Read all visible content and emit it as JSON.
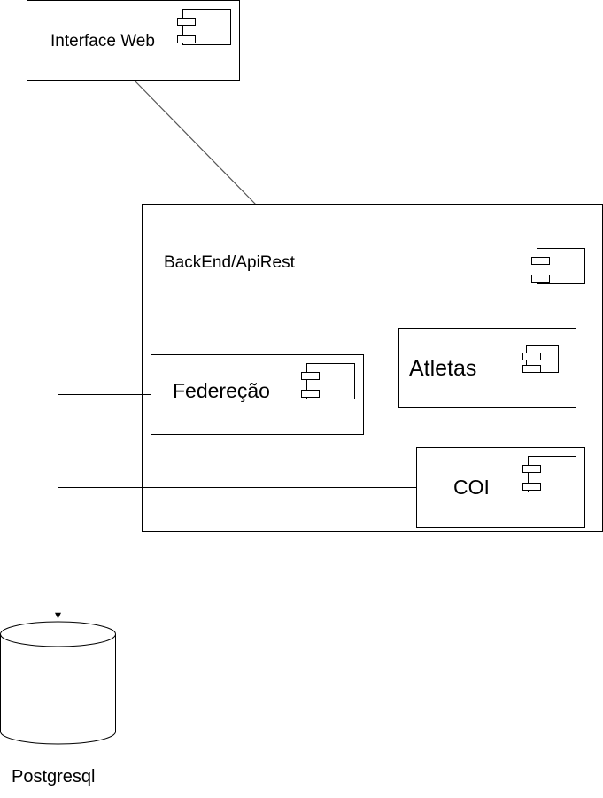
{
  "diagram": {
    "nodes": {
      "interface_web": {
        "label": "Interface Web"
      },
      "backend": {
        "label": "BackEnd/ApiRest"
      },
      "federacao": {
        "label": "Federeção"
      },
      "atletas": {
        "label": "Atletas"
      },
      "coi": {
        "label": "COI"
      },
      "postgresql": {
        "label": "Postgresql"
      }
    },
    "edges": [
      {
        "from": "interface_web",
        "to": "backend"
      },
      {
        "from": "federacao",
        "to": "atletas"
      },
      {
        "from": "federacao",
        "to": "postgresql"
      },
      {
        "from": "coi",
        "to": "postgresql"
      }
    ],
    "colors": {
      "stroke": "#000000",
      "connector": "#555555",
      "fill": "#ffffff"
    }
  }
}
